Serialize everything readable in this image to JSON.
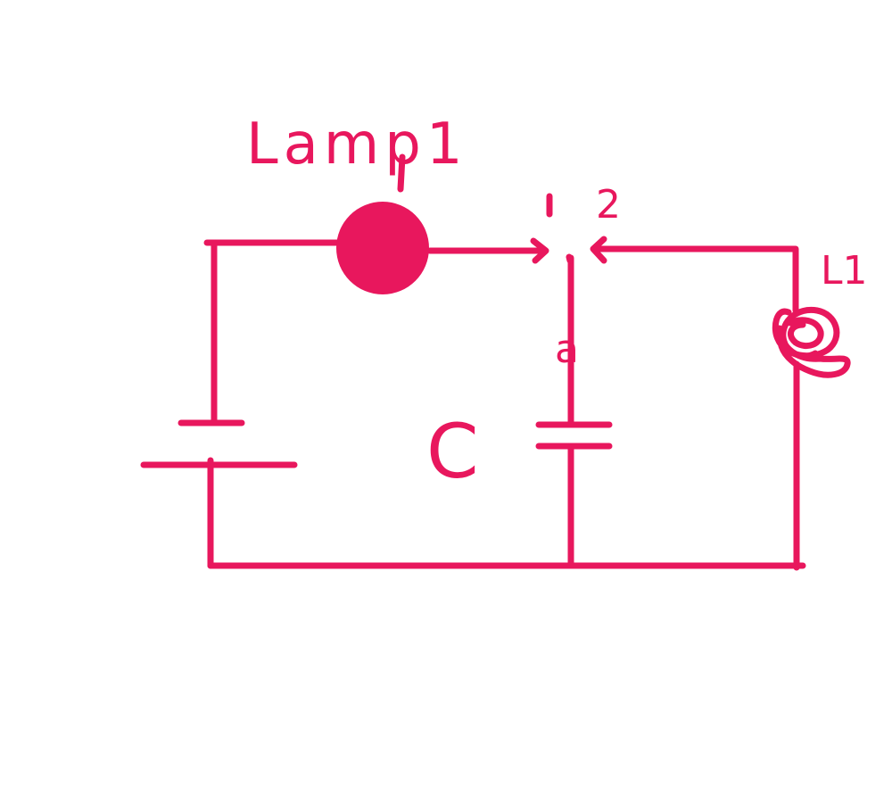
{
  "diagram": {
    "ink_color": "#E8175D",
    "background_color": "#FFFFFF",
    "labels": {
      "lamp": "Lamp1",
      "switch_terminal_1": "1",
      "switch_terminal_2": "2",
      "switch_terminal_a": "a",
      "capacitor": "C",
      "inductor": "L1"
    }
  }
}
